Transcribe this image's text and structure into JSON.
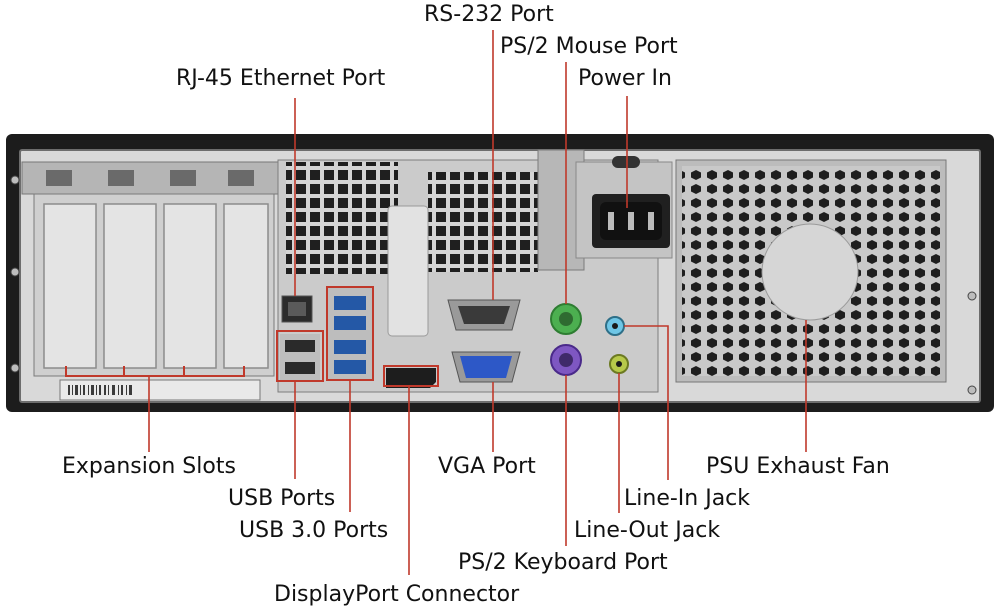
{
  "labels": {
    "rs232": "RS-232 Port",
    "ps2_mouse": "PS/2 Mouse Port",
    "rj45": "RJ-45 Ethernet Port",
    "power_in": "Power In",
    "expansion_slots": "Expansion Slots",
    "vga": "VGA Port",
    "psu_fan": "PSU Exhaust Fan",
    "usb": "USB Ports",
    "line_in": "Line-In Jack",
    "usb3": "USB 3.0 Ports",
    "line_out": "Line-Out Jack",
    "ps2_keyboard": "PS/2 Keyboard Port",
    "displayport": "DisplayPort Connector"
  },
  "sticker_text": "",
  "colors": {
    "callout": "#c0392b",
    "chassis_outer": "#1c1c1c",
    "panel": "#d9d9d9",
    "panel_dark": "#8a8a8a",
    "vent": "#2a2a2a",
    "ps2_mouse_port": "#4caf50",
    "ps2_keyboard_port": "#7e57c2",
    "vga_port": "#2d58c7",
    "line_in_jack": "#6ec6e6",
    "line_out_jack": "#b7c94a"
  }
}
